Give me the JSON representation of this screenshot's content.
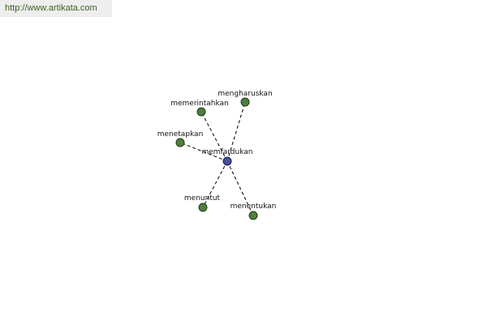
{
  "header": {
    "url": "http://www.artikata.com"
  },
  "graph": {
    "center": {
      "label": "memfardukan",
      "color": "#4a4f9e"
    },
    "leaf_color": "#4f7f3f",
    "edge_color": "#000000",
    "nodes": [
      {
        "label": "mengharuskan"
      },
      {
        "label": "memerintahkan"
      },
      {
        "label": "menetapkan"
      },
      {
        "label": "menuntut"
      },
      {
        "label": "menentukan"
      }
    ]
  }
}
